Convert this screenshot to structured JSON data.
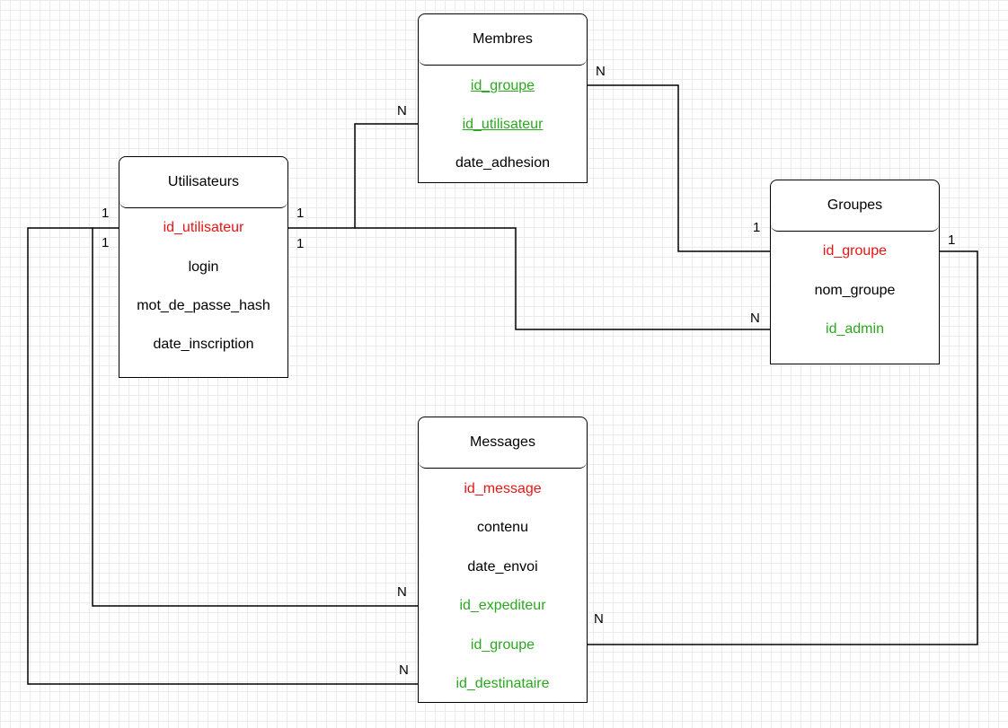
{
  "entities": {
    "membres": {
      "title": "Membres",
      "attrs": [
        "id_groupe",
        "id_utilisateur",
        "date_adhesion"
      ]
    },
    "utilisateurs": {
      "title": "Utilisateurs",
      "attrs": [
        "id_utilisateur",
        "login",
        "mot_de_passe_hash",
        "date_inscription"
      ]
    },
    "groupes": {
      "title": "Groupes",
      "attrs": [
        "id_groupe",
        "nom_groupe",
        "id_admin"
      ]
    },
    "messages": {
      "title": "Messages",
      "attrs": [
        "id_message",
        "contenu",
        "date_envoi",
        "id_expediteur",
        "id_groupe",
        "id_destinataire"
      ]
    }
  },
  "cardinalities": {
    "one": "1",
    "many": "N"
  },
  "colors": {
    "primary_key": "#e81414",
    "foreign_key": "#2ba81f",
    "line": "#000000",
    "grid": "#ebebeb"
  }
}
